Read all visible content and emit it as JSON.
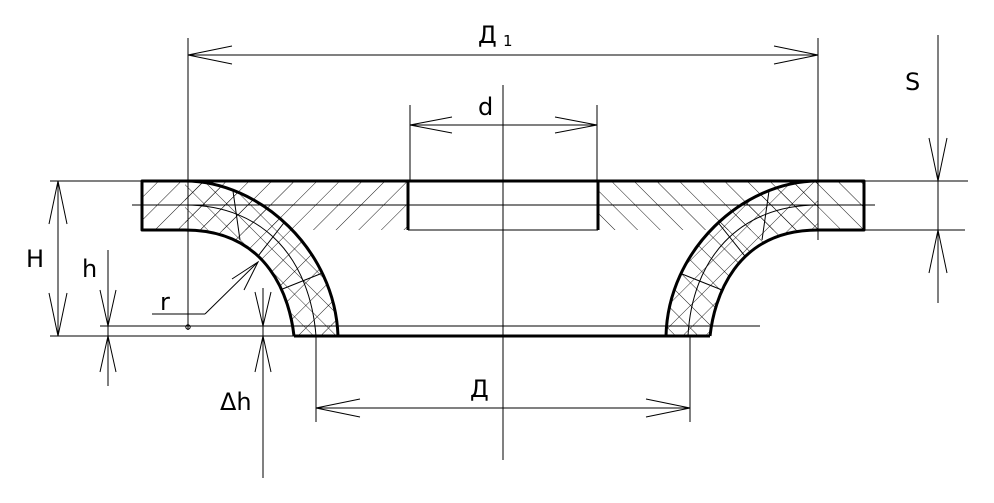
{
  "labels": {
    "D1": "Д",
    "D1_sub": "1",
    "d": "d",
    "S": "S",
    "H": "H",
    "h": "h",
    "r": "r",
    "dh": "Δh",
    "D": "Д"
  }
}
